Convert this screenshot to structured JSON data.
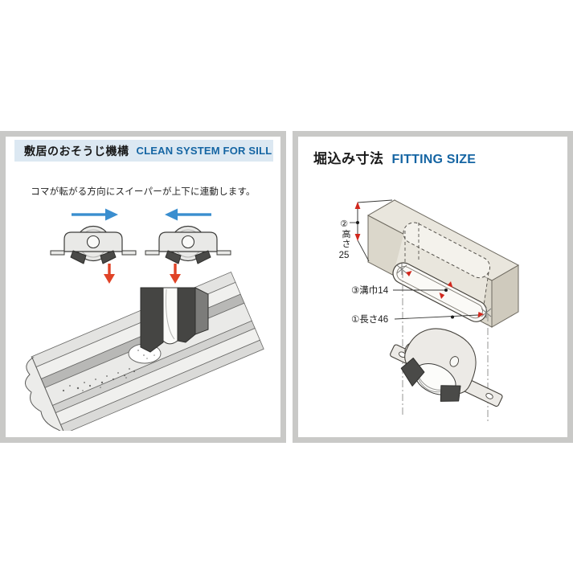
{
  "page": {
    "background": "#ffffff",
    "panel_frame_color": "#c9c9c7",
    "accent_blue": "#1565a3",
    "header_band_color": "#dce8f2"
  },
  "left_panel": {
    "header": {
      "title_ja": "敷居のおそうじ機構",
      "title_en": "CLEAN SYSTEM FOR SILL"
    },
    "caption": "コマが転がる方向にスイーパーが上下に連動します。",
    "colors": {
      "move_arrow_blue": "#3a8ecf",
      "sweep_arrow_red": "#e04327",
      "machine_gray": "#e9e9e7",
      "sweeper_dark": "#4a4a48"
    }
  },
  "right_panel": {
    "header": {
      "title_ja": "堀込み寸法",
      "title_en": "FITTING SIZE"
    },
    "dimensions": {
      "height_mark": "②",
      "height_chars": [
        "高",
        "さ"
      ],
      "height_value": "25",
      "groove_label": "③溝巾14",
      "length_label": "①長さ46"
    },
    "colors": {
      "wood_top": "#e9e6dd",
      "wood_front": "#dbd7cb",
      "wood_side": "#cfcabd",
      "dimension_red": "#d1271c"
    }
  }
}
